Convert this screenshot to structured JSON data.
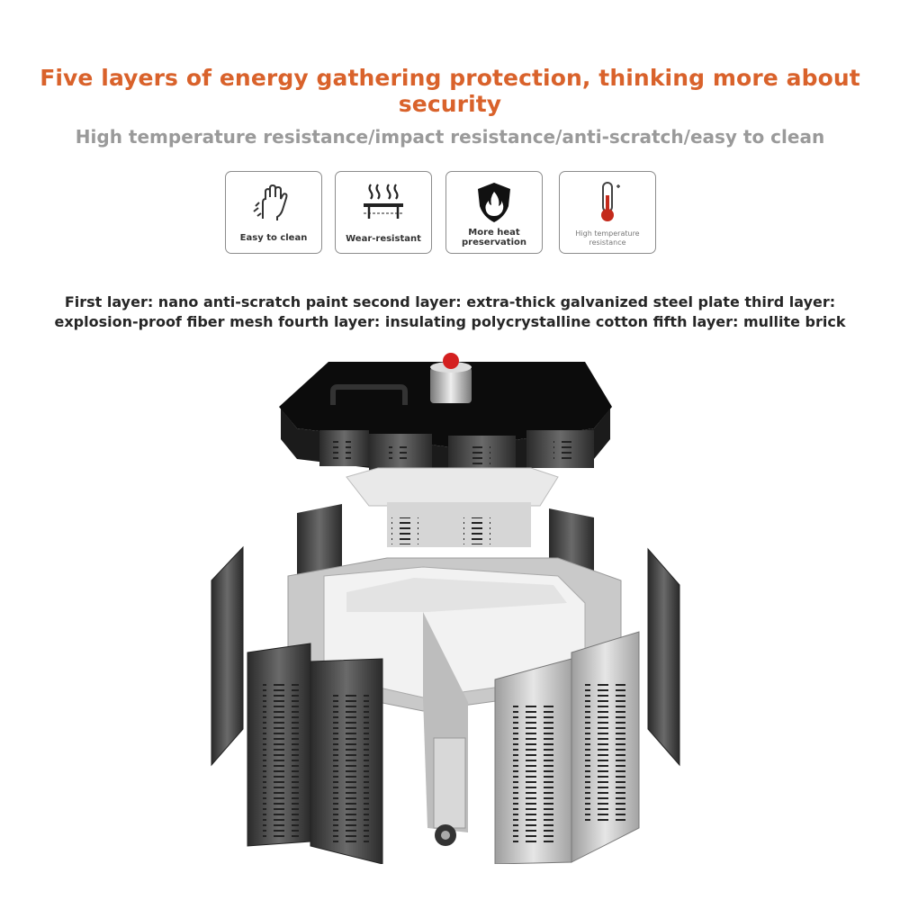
{
  "headline": "Five layers of energy gathering protection, thinking more about security",
  "subheadline": "High temperature resistance/impact resistance/anti-scratch/easy to clean",
  "features": [
    {
      "label": "Easy to clean",
      "icon": "hand-wipe-icon"
    },
    {
      "label": "Wear-resistant",
      "icon": "heat-plate-icon"
    },
    {
      "label_line1": "More heat",
      "label_line2": "preservation",
      "icon": "flame-shield-icon"
    },
    {
      "label_line1": "High temperature",
      "label_line2": "resistance",
      "icon": "thermometer-icon"
    }
  ],
  "layers_line1": "First layer: nano anti-scratch paint second layer: extra-thick galvanized steel plate third layer:",
  "layers_line2": "explosion-proof fiber mesh fourth layer: insulating polycrystalline cotton fifth layer: mullite brick",
  "colors": {
    "accent": "#d9622b",
    "subtitle": "#9a9a9a",
    "knob": "#d42020"
  }
}
